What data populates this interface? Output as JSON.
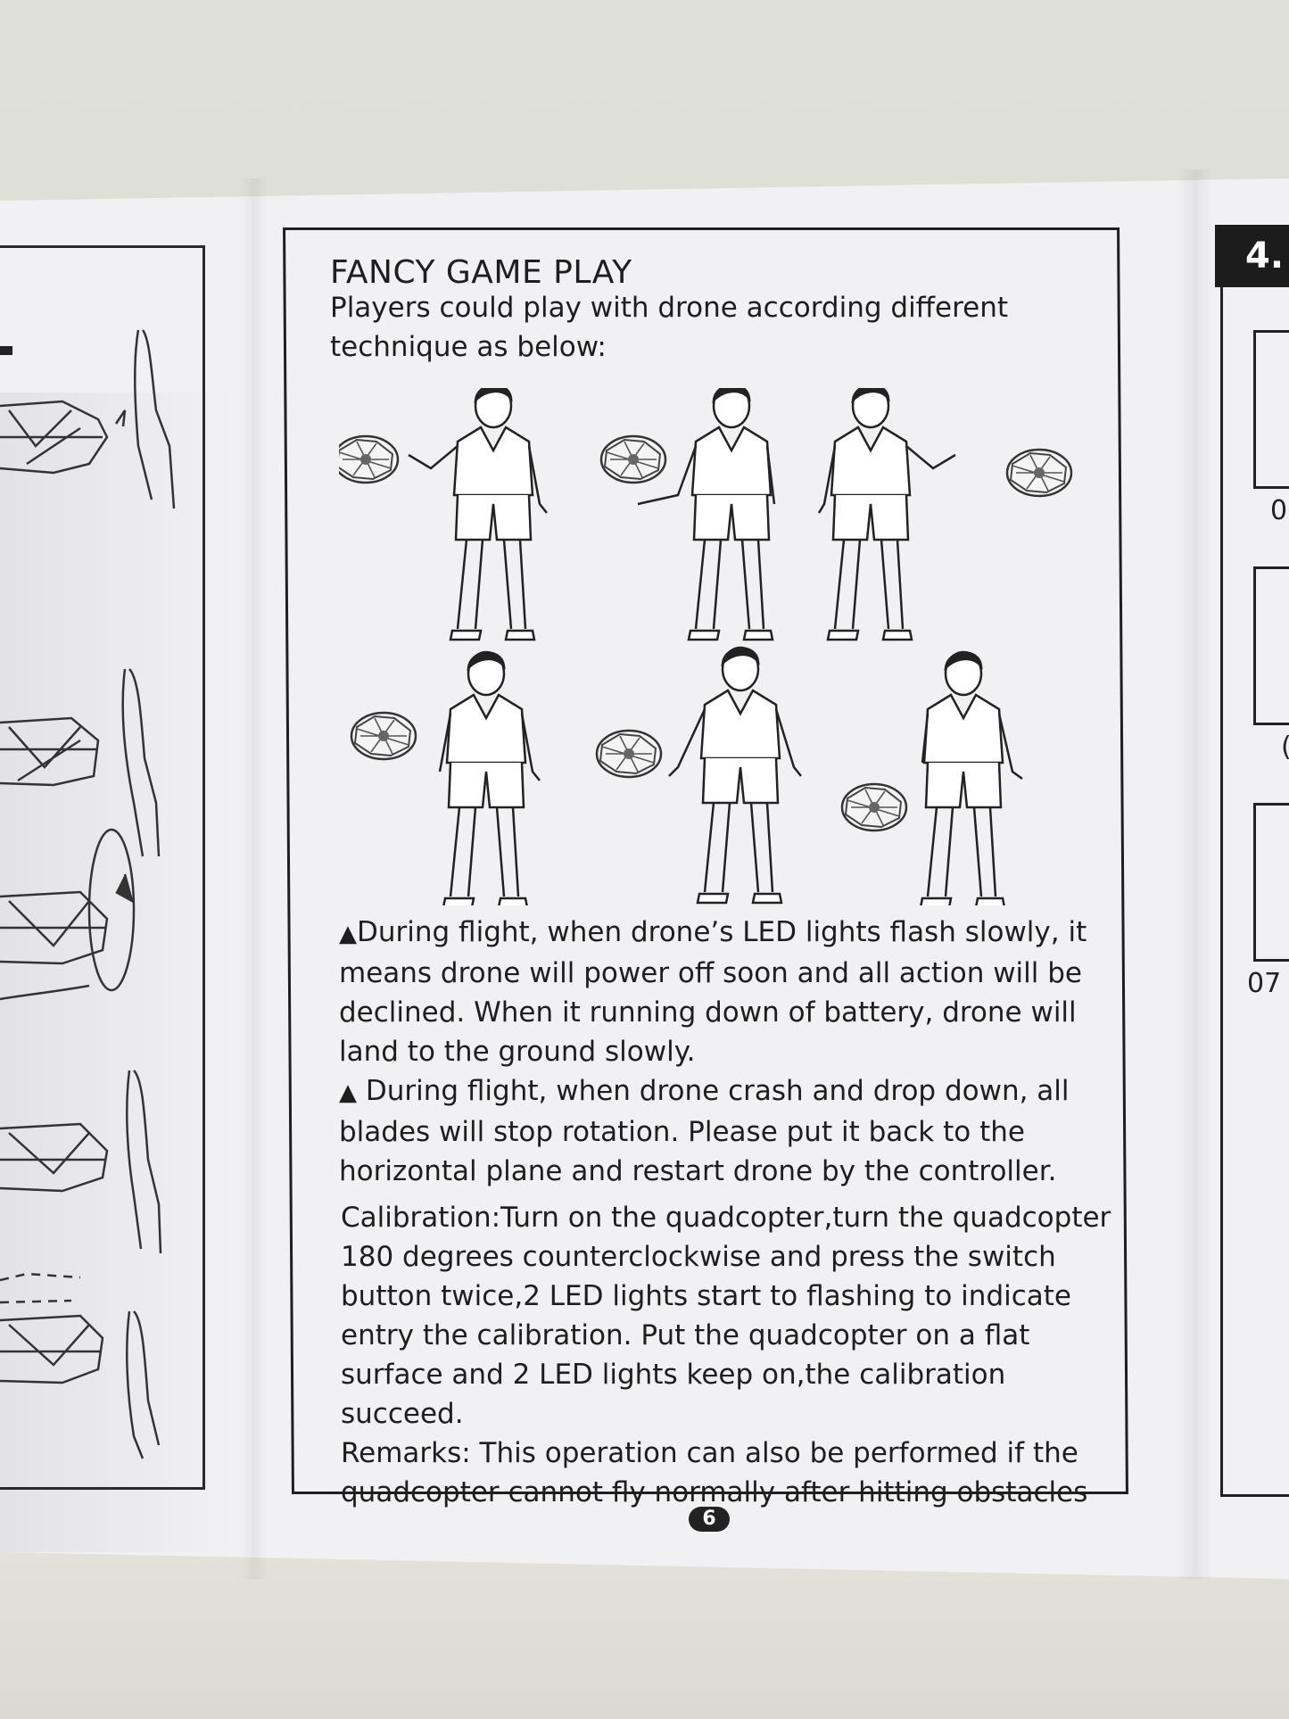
{
  "page": {
    "title": "FANCY GAME PLAY",
    "intro": "Players could play with drone according different technique as below:",
    "notes": [
      "During flight, when drone’s LED lights flash slowly, it means drone will power off soon and all action will be declined. When it running down of battery, drone will land to the ground slowly.",
      " During flight, when drone crash and drop down, all blades will stop rotation. Please put it back to the horizontal plane and restart drone by the controller."
    ],
    "note_marker": "▲",
    "calibration": "Calibration:Turn on the quadcopter,turn the quadcopter 180 degrees counterclockwise and press the switch button twice,2 LED lights start to flashing to indicate entry the calibration. Put the quadcopter on a flat surface and 2 LED lights keep on,the calibration succeed.",
    "remarks": "Remarks: This operation can also be performed if the quadcopter cannot fly normally after hitting obstacles",
    "page_number": "6"
  },
  "right_page": {
    "section_number": "4.",
    "labels": [
      "0",
      "(",
      "07"
    ]
  },
  "illustrations": [
    "boy-hand-push-drone-left",
    "boy-palm-under-drone",
    "boy-hand-push-drone-right",
    "boy-knee-bounce-drone",
    "boy-kick-drone-back",
    "boy-foot-kick-drone"
  ]
}
